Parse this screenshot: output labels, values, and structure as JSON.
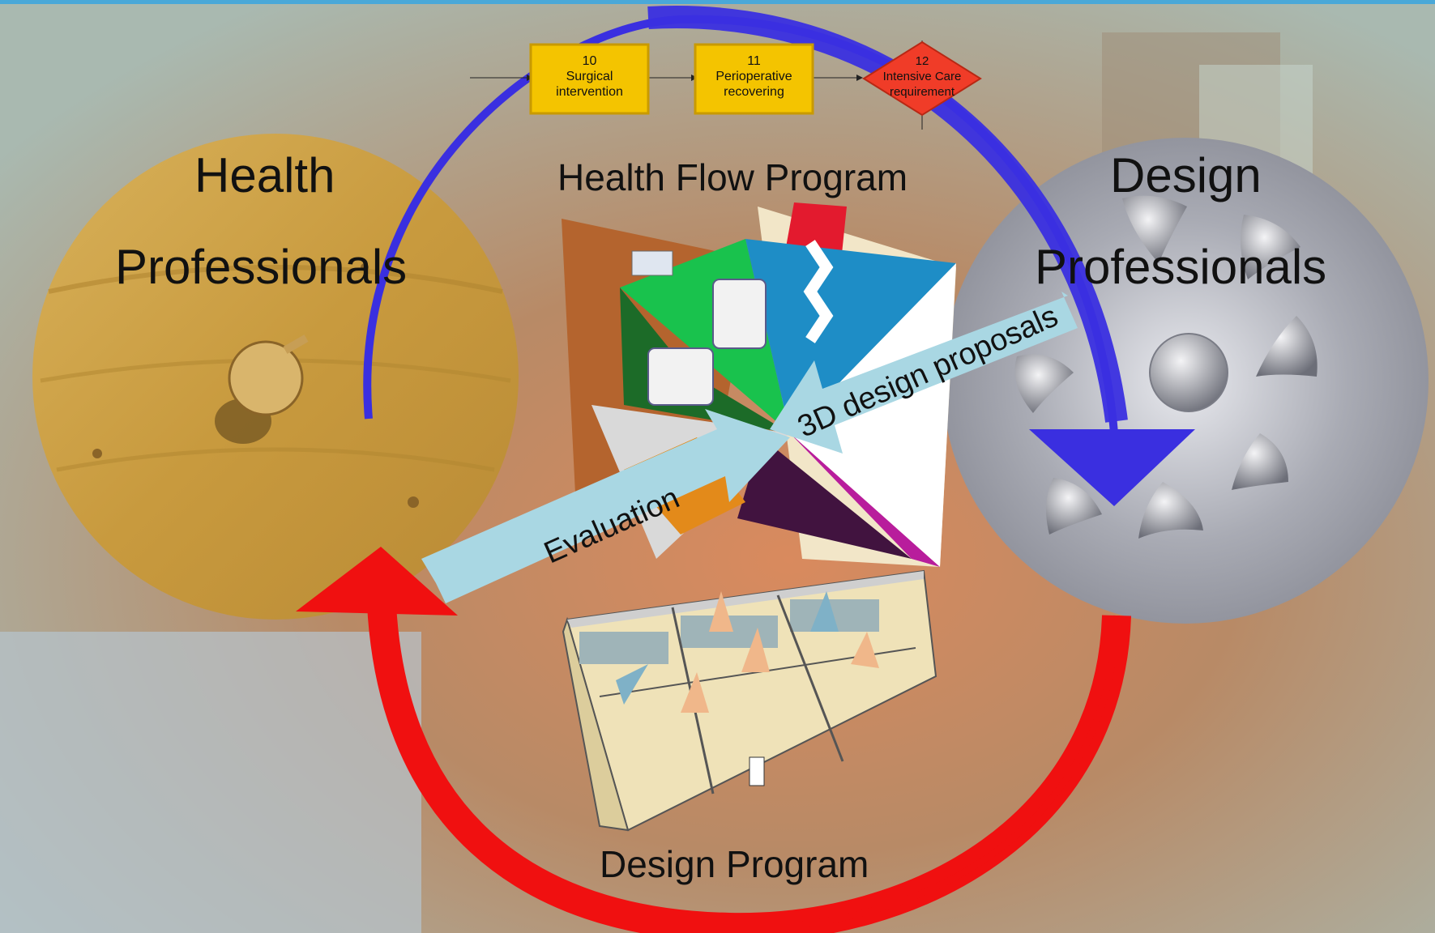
{
  "flow_steps": [
    {
      "number": "10",
      "line1": "Surgical",
      "line2": "intervention",
      "shape": "rect",
      "fill": "#f4c400"
    },
    {
      "number": "11",
      "line1": "Perioperative",
      "line2": "recovering",
      "shape": "rect",
      "fill": "#f4c400"
    },
    {
      "number": "12",
      "line1": "Intensive Care",
      "line2": "requirement",
      "shape": "diamond",
      "fill": "#f03c28"
    }
  ],
  "labels": {
    "health_line1": "Health",
    "health_line2": "Professionals",
    "design_line1": "Design",
    "design_line2": "Professionals",
    "health_flow_program": "Health Flow Program",
    "design_program": "Design Program",
    "evaluation": "Evaluation",
    "design_proposals": "3D design proposals"
  },
  "colors": {
    "top_cycle_arrow": "#3a2fe0",
    "bottom_cycle_arrow": "#f01010",
    "flow_arrow": "#a9d7e3",
    "wood_disc": "#c8a040",
    "metal_disc": "#b4b6bf"
  },
  "icons": [
    "wood-disc-icon",
    "metal-disc-icon",
    "pyramid-collage-icon",
    "floor-plan-icon"
  ]
}
